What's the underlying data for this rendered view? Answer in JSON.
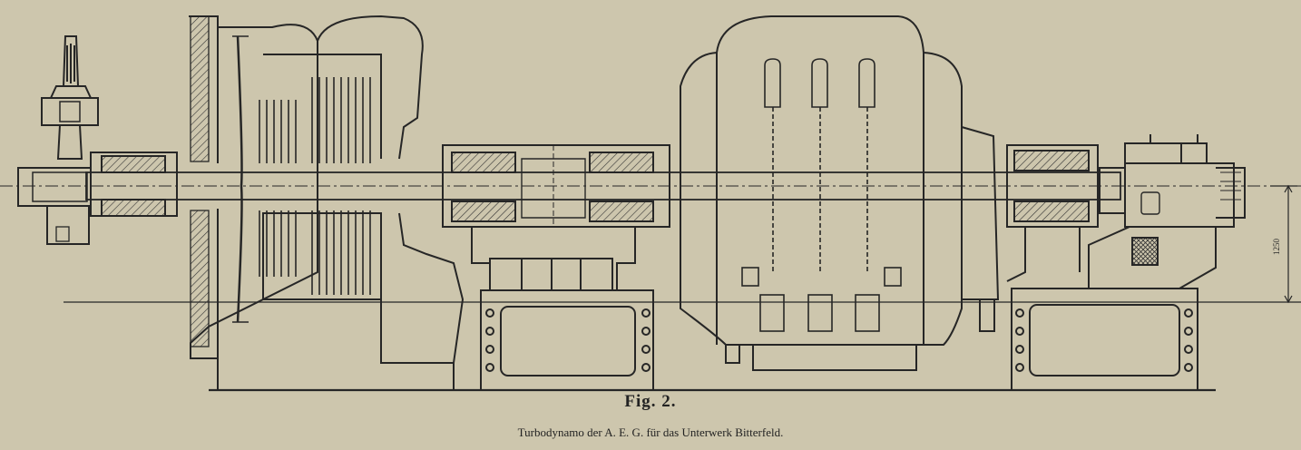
{
  "figure": {
    "label": "Fig. 2.",
    "caption": "Turbodynamo der A. E. G. für das Unterwerk Bitterfeld.",
    "dimension": "1250"
  },
  "colors": {
    "paper": "#cdc6ad",
    "ink": "#262626",
    "hatch": "#3a3a3a"
  }
}
